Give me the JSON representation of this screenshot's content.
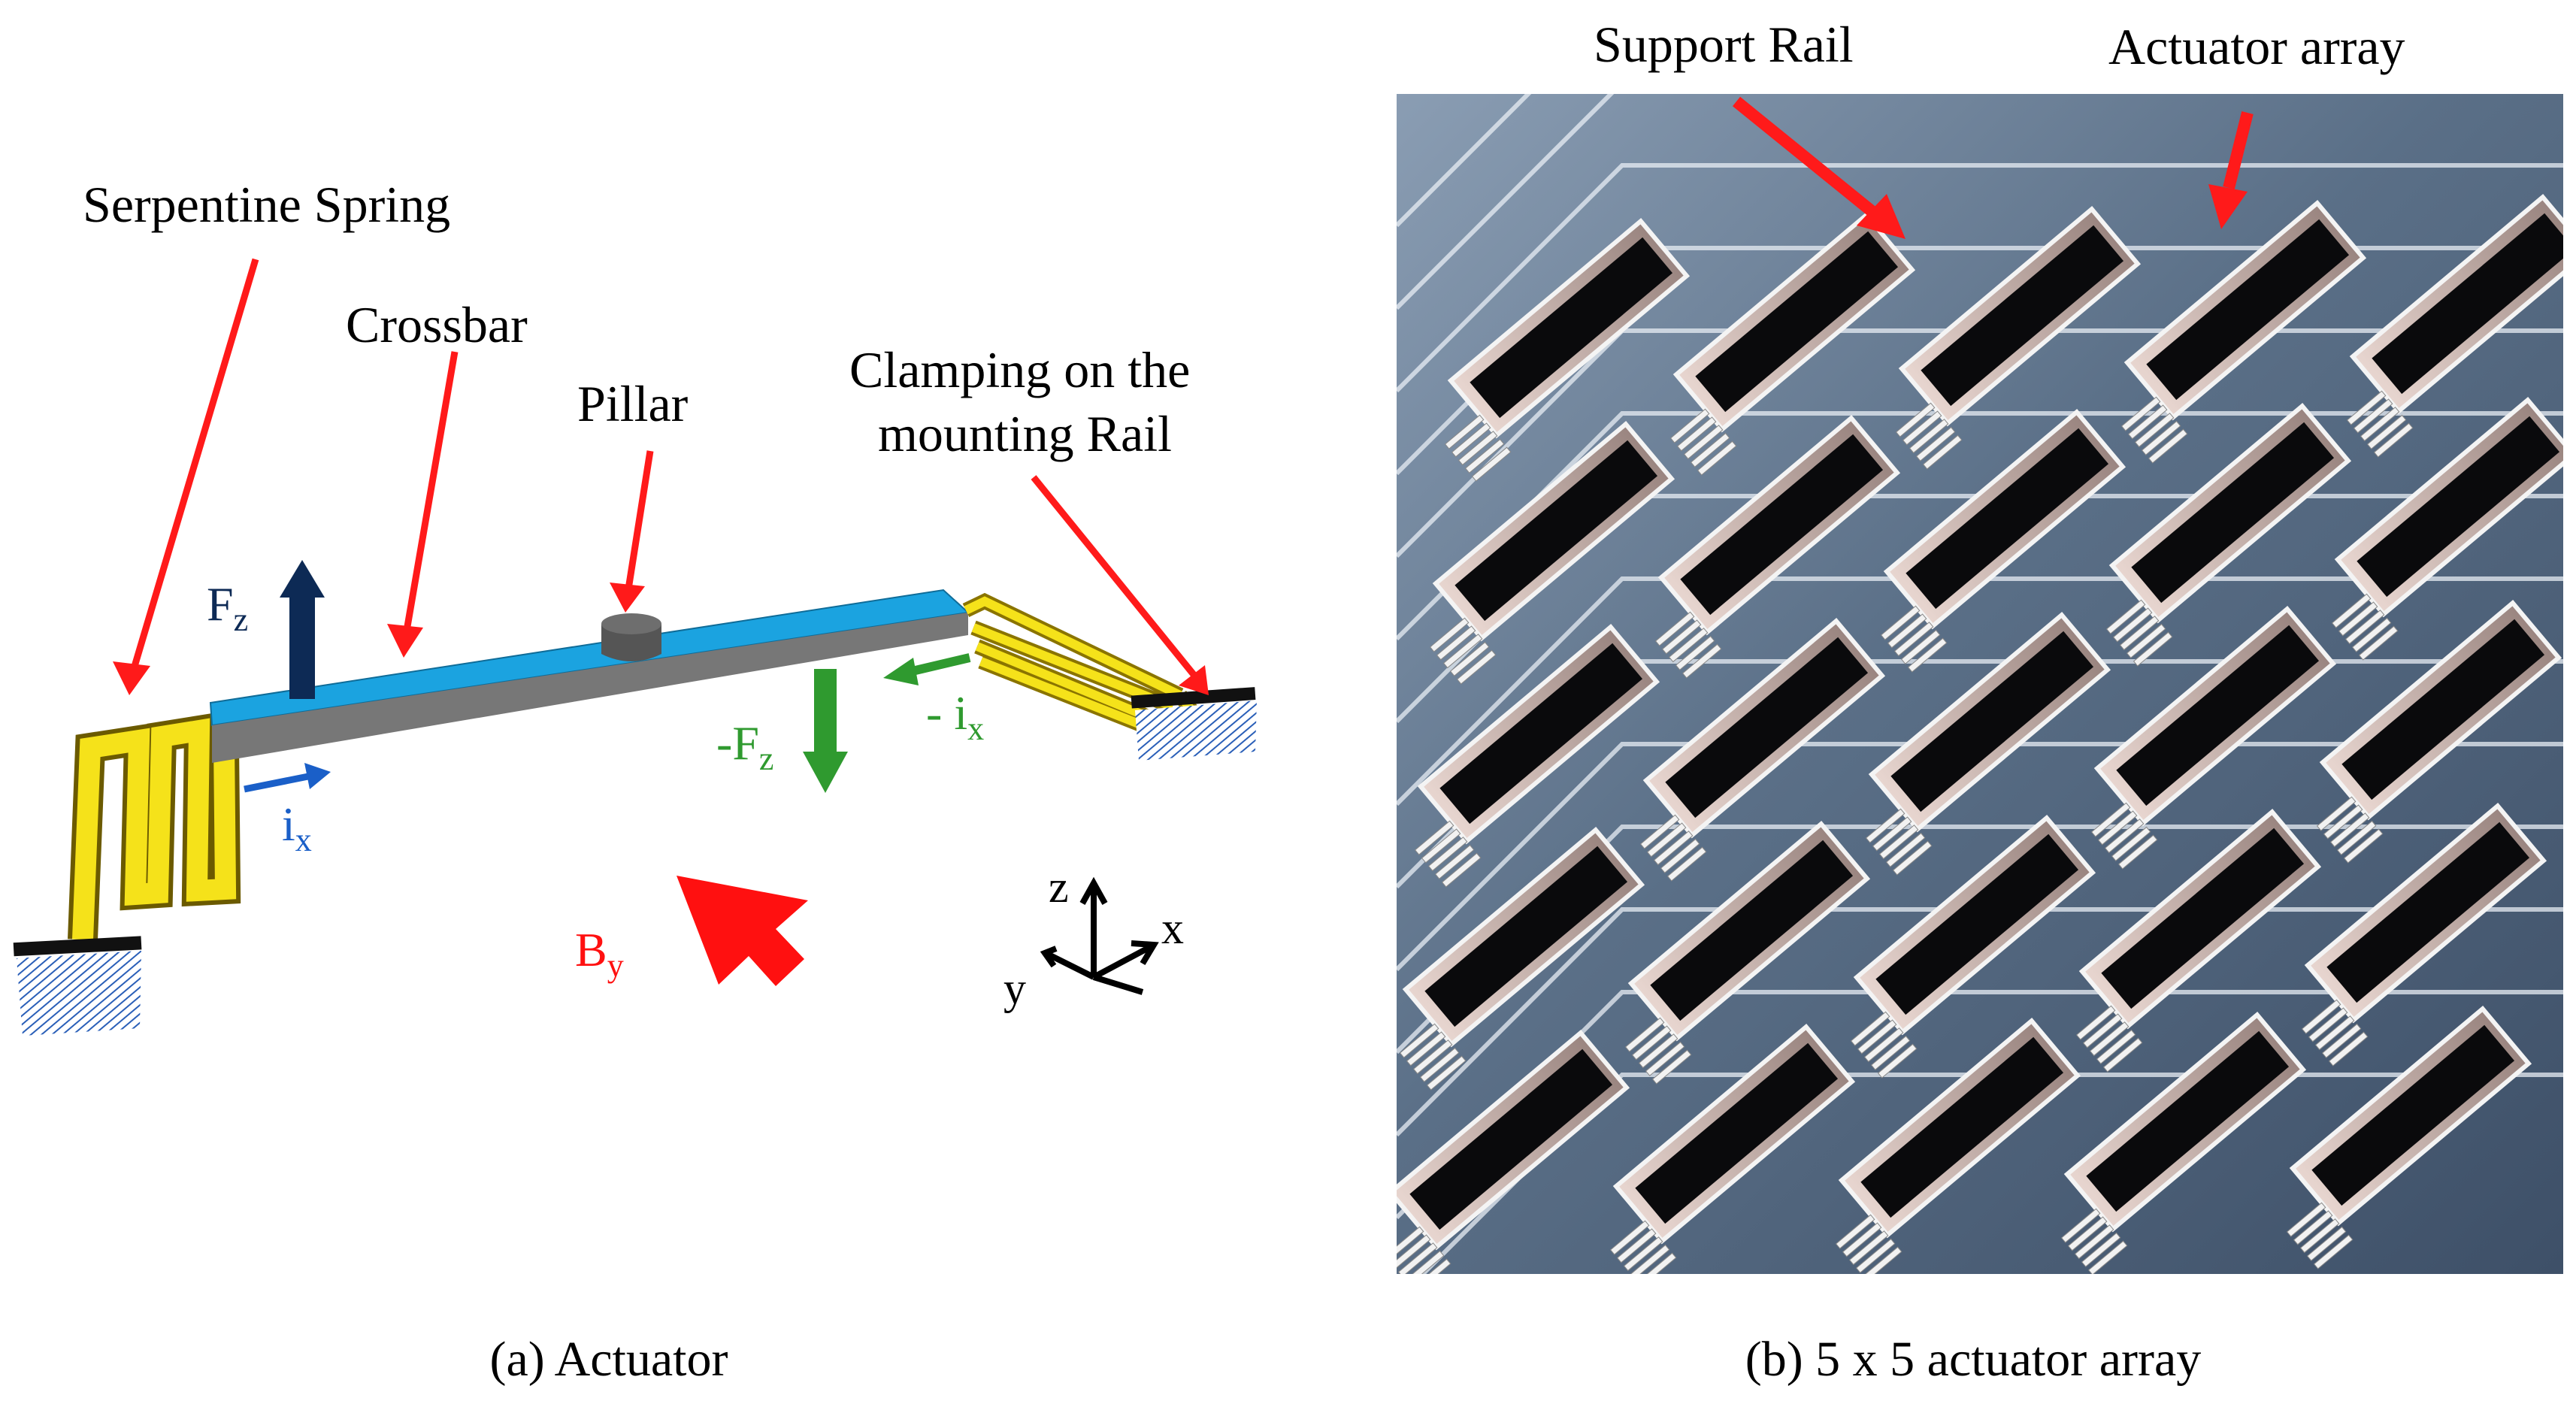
{
  "panel_a": {
    "caption": "(a) Actuator",
    "labels": {
      "serpentine_spring": "Serpentine Spring",
      "crossbar": "Crossbar",
      "pillar": "Pillar",
      "clamping_line1": "Clamping on the",
      "clamping_line2": "mounting Rail"
    },
    "symbols": {
      "fz_main": "F",
      "fz_sub": "z",
      "neg_fz_main": "-F",
      "neg_fz_sub": "z",
      "ix_main": "i",
      "ix_sub": "x",
      "neg_ix_main": "- i",
      "neg_ix_sub": "x",
      "by_main": "B",
      "by_sub": "y"
    },
    "axes": {
      "z": "z",
      "x": "x",
      "y": "y"
    }
  },
  "panel_b": {
    "caption": "(b) 5 x 5 actuator array",
    "labels": {
      "support_rail": "Support Rail",
      "actuator_array": "Actuator array"
    },
    "grid": {
      "rows": 5,
      "cols": 5
    }
  },
  "colors": {
    "annotation_arrow": "#ff1a1a",
    "crossbar_top": "#1ba3e0",
    "crossbar_side": "#7a7a7a",
    "spring": "#f5e21a",
    "force_up": "#0d2a55",
    "force_down": "#2f9a2f",
    "current": "#1a5fc8",
    "field": "#ff1010",
    "substrate": "#4e6278"
  }
}
